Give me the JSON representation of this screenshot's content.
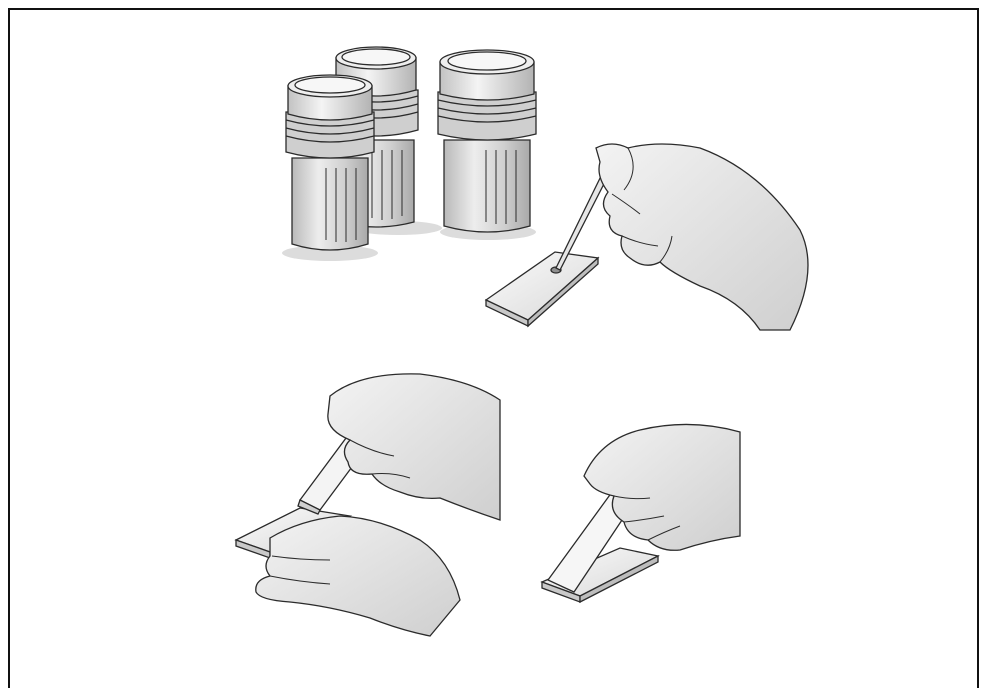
{
  "illustration": {
    "panels": [
      {
        "subject": "stain-bottles",
        "count": 3
      },
      {
        "subject": "drop-sample-on-slide"
      },
      {
        "subject": "spread-smear-with-second-slide"
      },
      {
        "subject": "angled-spreader-slide"
      }
    ],
    "colors": {
      "outline": "#2b2b2b",
      "skin": "#e9e9e9",
      "skin_shade": "#c9c9c9",
      "bottle_body": "#c8c8c8",
      "bottle_light": "#efefef",
      "glass": "#f2f2f2",
      "shadow": "#dcdcdc"
    }
  }
}
